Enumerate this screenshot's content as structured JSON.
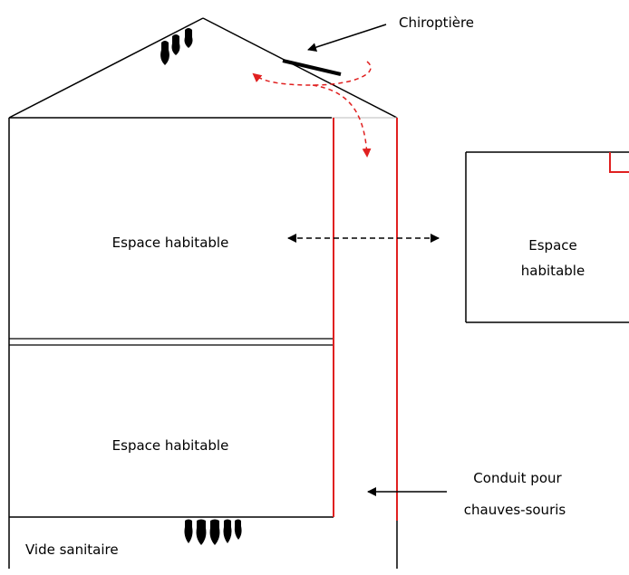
{
  "labels": {
    "chiroptiere": "Chiroptière",
    "espace_habitable_upper": "Espace habitable",
    "espace_habitable_lower": "Espace habitable",
    "espace_habitable_right_1": "Espace",
    "espace_habitable_right_2": "habitable",
    "conduit_1": "Conduit pour",
    "conduit_2": "chauves-souris",
    "vide_sanitaire": "Vide sanitaire"
  },
  "colors": {
    "line": "#000000",
    "conduit": "#e02020",
    "bats": "#000000",
    "room_divider": "#000000"
  },
  "icons": [
    "bat-group-roof",
    "bat-group-crawlspace",
    "bat-entry-icon"
  ]
}
